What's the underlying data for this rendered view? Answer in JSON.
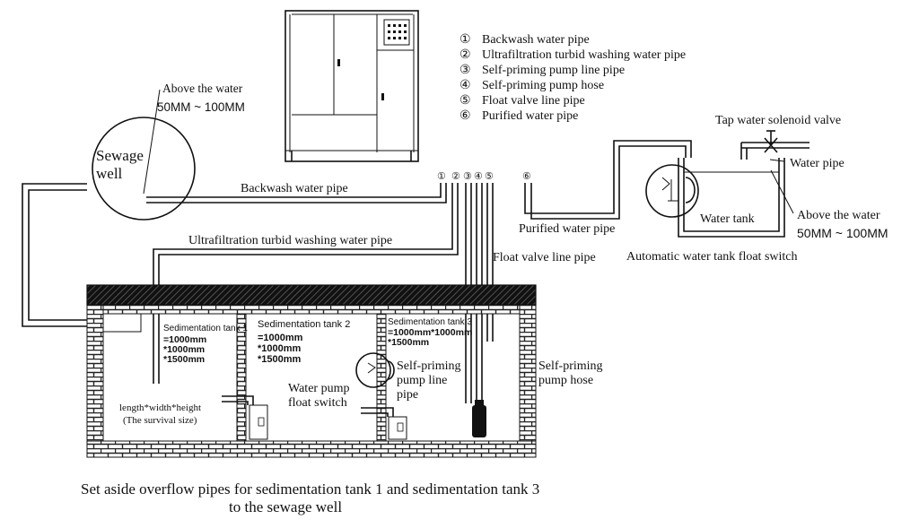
{
  "legend": {
    "items": [
      {
        "num": "①",
        "label": "Backwash water pipe"
      },
      {
        "num": "②",
        "label": "Ultrafiltration turbid washing water pipe"
      },
      {
        "num": "③",
        "label": "Self-priming pump line pipe"
      },
      {
        "num": "④",
        "label": "Self-priming pump hose"
      },
      {
        "num": "⑤",
        "label": "Float valve line pipe"
      },
      {
        "num": "⑥",
        "label": "Purified water pipe"
      }
    ]
  },
  "pipe_numbers": {
    "n1": "①",
    "n2": "②",
    "n3": "③",
    "n4": "④",
    "n5": "⑤",
    "n6": "⑥"
  },
  "sewage": {
    "well_line1": "Sewage",
    "well_line2": "well",
    "above_water": "Above the water",
    "range": "50MM ~ 100MM"
  },
  "pipes": {
    "backwash": "Backwash water pipe",
    "ultrafiltration": "Ultrafiltration turbid washing water pipe",
    "float_valve_line": "Float valve line pipe",
    "purified": "Purified water pipe"
  },
  "water_tank": {
    "tap_valve": "Tap water solenoid valve",
    "water_pipe": "Water pipe",
    "tank_label": "Water tank",
    "above_water": "Above the water",
    "range": "50MM ~ 100MM",
    "float_switch": "Automatic water tank float switch"
  },
  "tanks": {
    "t1": {
      "title": "Sedimentation tank 1",
      "dims": [
        "=1000mm",
        "*1000mm",
        "*1500mm"
      ]
    },
    "t2": {
      "title": "Sedimentation tank 2",
      "dims": [
        "=1000mm",
        "*1000mm",
        "*1500mm"
      ]
    },
    "t3": {
      "title": "Sedimentation tank 3",
      "dims": [
        "=1000mm*1000mm",
        "*1500mm"
      ]
    },
    "size_note_line1": "length*width*height",
    "size_note_line2": "(The survival size)",
    "pump_float_line1": "Water pump",
    "pump_float_line2": "float switch",
    "pump_line_pipe": [
      "Self-priming",
      "pump line",
      "pipe"
    ],
    "pump_hose": [
      "Self-priming",
      "pump hose"
    ]
  },
  "caption": {
    "line1": "Set aside overflow pipes for sedimentation tank 1 and sedimentation tank 3",
    "line2": "to the sewage well"
  }
}
